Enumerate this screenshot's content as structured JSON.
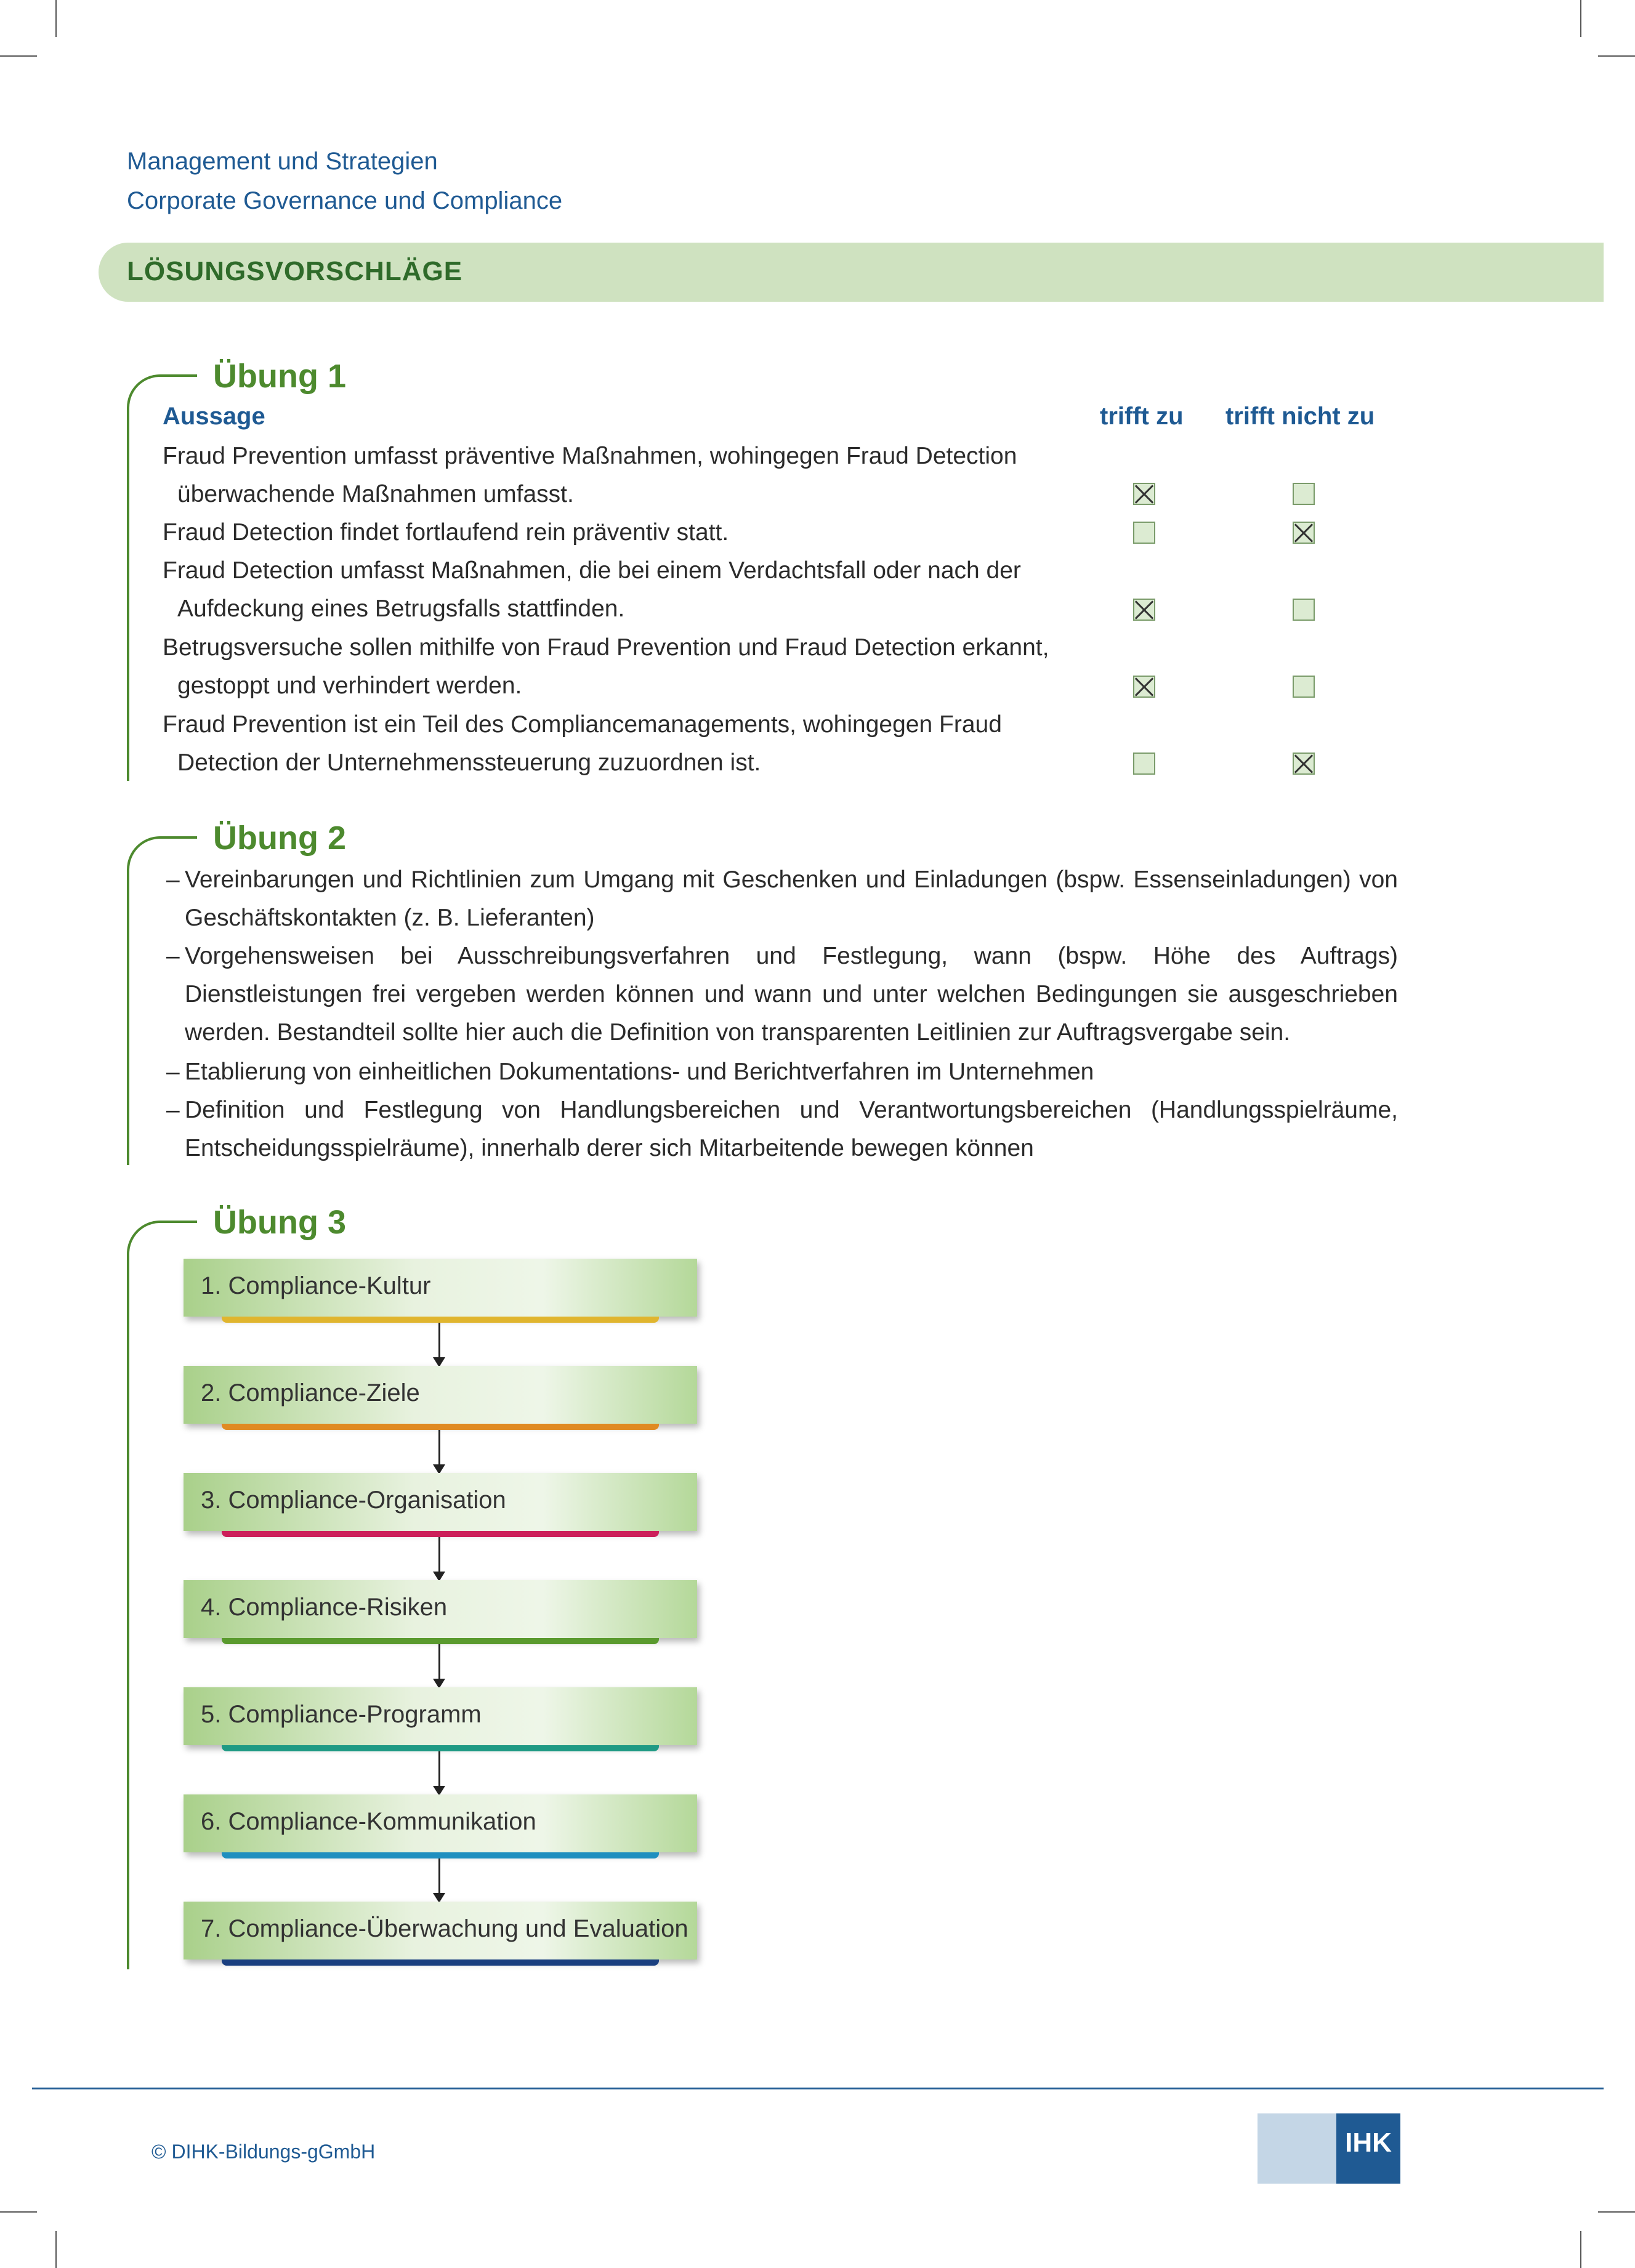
{
  "header": {
    "line1": "Management und Strategien",
    "line2": "Corporate Governance und Compliance",
    "band_title": "LÖSUNGSVORSCHLÄGE"
  },
  "uebung1": {
    "title": "Übung 1",
    "col_aussage": "Aussage",
    "col_trifft": "trifft zu",
    "col_nicht": "trifft nicht zu",
    "rows": [
      {
        "line1": "Fraud Prevention umfasst präventive Maßnahmen, wohingegen Fraud Detection",
        "line2": "überwachende Maßnahmen umfasst.",
        "trifft_zu": true,
        "trifft_nicht_zu": false
      },
      {
        "line1": "Fraud Detection findet fortlaufend rein präventiv statt.",
        "line2": "",
        "trifft_zu": false,
        "trifft_nicht_zu": true
      },
      {
        "line1": "Fraud Detection umfasst Maßnahmen, die bei einem Verdachtsfall oder nach der",
        "line2": "Aufdeckung eines Betrugsfalls stattfinden.",
        "trifft_zu": true,
        "trifft_nicht_zu": false
      },
      {
        "line1": "Betrugsversuche sollen mithilfe von Fraud Prevention und Fraud Detection erkannt,",
        "line2": "gestoppt und verhindert werden.",
        "trifft_zu": true,
        "trifft_nicht_zu": false
      },
      {
        "line1": "Fraud Prevention ist ein Teil des Compliancemanagements, wohingegen Fraud",
        "line2": "Detection der Unternehmenssteuerung zuzuordnen ist.",
        "trifft_zu": false,
        "trifft_nicht_zu": true
      }
    ]
  },
  "uebung2": {
    "title": "Übung 2",
    "bullets": [
      "Vereinbarungen und Richtlinien zum Umgang mit Geschenken und Einladungen (bspw. Essenseinladungen) von Geschäftskontakten (z. B. Lieferanten)",
      "Vorgehensweisen bei Ausschreibungsverfahren und Festlegung, wann (bspw. Höhe des Auftrags) Dienstleistungen frei vergeben werden können und wann und unter welchen Bedingungen sie ausgeschrieben werden. Bestandteil sollte hier auch die Definition von transparenten Leitlinien zur Auftragsvergabe sein.",
      "Etablierung von einheitlichen Dokumentations- und Berichtverfahren im Unternehmen",
      "Definition und Festlegung von Handlungsbereichen und Verantwortungsbereichen (Handlungsspielräume, Entscheidungsspielräume), innerhalb derer sich Mitarbeitende bewegen können"
    ]
  },
  "uebung3": {
    "title": "Übung 3",
    "steps": [
      {
        "label": "1. Compliance-Kultur",
        "color": "#e0b52e"
      },
      {
        "label": "2. Compliance-Ziele",
        "color": "#e08a22"
      },
      {
        "label": "3. Compliance-Organisation",
        "color": "#cc1f5a"
      },
      {
        "label": "4. Compliance-Risiken",
        "color": "#5a9a2e"
      },
      {
        "label": "5. Compliance-Programm",
        "color": "#1f9a84"
      },
      {
        "label": "6. Compliance-Kommunikation",
        "color": "#1f8fbf"
      },
      {
        "label": "7. Compliance-Überwachung und Evaluation",
        "color": "#1a3f80"
      }
    ]
  },
  "footer": {
    "copyright": "© DIHK-Bildungs-gGmbH",
    "logo_text": "IHK"
  }
}
